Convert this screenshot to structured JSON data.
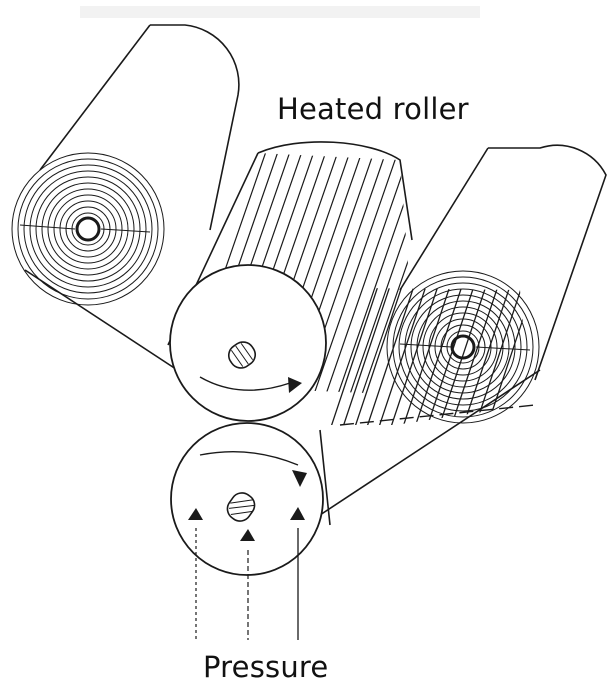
{
  "labels": {
    "heated_roller": "Heated roller",
    "pressure": "Pressure"
  },
  "colors": {
    "ink": "#1a1a1a",
    "paper": "#ffffff",
    "band": "#f2f2f2"
  },
  "icons": [
    "roll-spiral",
    "axle",
    "rotation-arrow",
    "pressure-arrow"
  ]
}
